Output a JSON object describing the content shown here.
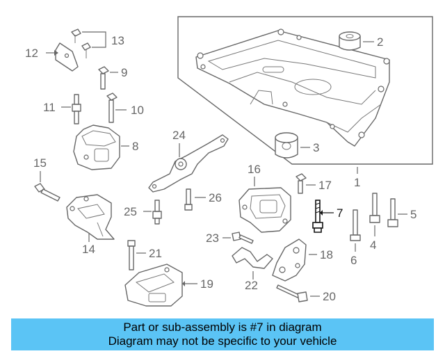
{
  "diagram": {
    "callouts": {
      "c1": "1",
      "c2": "2",
      "c3": "3",
      "c4": "4",
      "c5": "5",
      "c6": "6",
      "c7": "7",
      "c8": "8",
      "c9": "9",
      "c10": "10",
      "c11": "11",
      "c12": "12",
      "c13": "13",
      "c14": "14",
      "c15": "15",
      "c16": "16",
      "c17": "17",
      "c18": "18",
      "c19": "19",
      "c20": "20",
      "c21": "21",
      "c22": "22",
      "c23": "23",
      "c24": "24",
      "c25": "25",
      "c26": "26"
    },
    "highlighted_part": "7"
  },
  "banner": {
    "line1": "Part or sub-assembly is #7 in diagram",
    "line2": "Diagram may not be specific to your vehicle"
  },
  "colors": {
    "banner_bg": "#5bc4f5",
    "line_art": "#666666",
    "highlight": "#111111"
  }
}
